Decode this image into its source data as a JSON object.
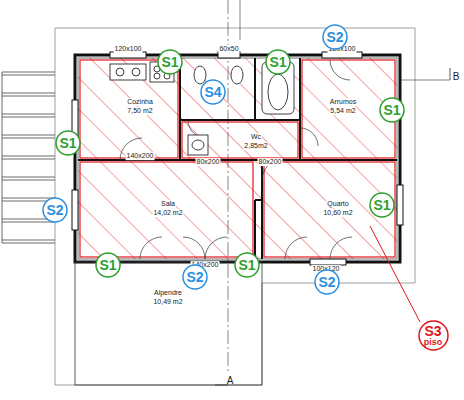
{
  "diagram": {
    "nodes": [
      {
        "text": [
          "S2"
        ]
      },
      {
        "text": [
          "S1"
        ]
      },
      {
        "text": [
          "S1"
        ]
      },
      {
        "text": [
          "S4"
        ]
      },
      {
        "text": [
          "S1"
        ]
      },
      {
        "text": [
          "S1"
        ]
      },
      {
        "text": [
          "S1"
        ]
      },
      {
        "text": [
          "S2"
        ]
      },
      {
        "text": [
          "S1"
        ]
      },
      {
        "text": [
          "S1"
        ]
      },
      {
        "text": [
          "S2"
        ]
      },
      {
        "text": [
          "S2"
        ]
      },
      {
        "text": [
          "S3",
          "piso"
        ]
      }
    ],
    "labels": [
      "A",
      "B",
      "120x100",
      "60x50",
      "120x100",
      "Cozinha",
      "7,50 m2",
      "Arrumos",
      "5,54 m2",
      "Wc",
      "2,85m2",
      "140x200",
      "80x200",
      "80x200",
      "Sala",
      "14,02 m2",
      "Quarto",
      "10,60 m2",
      "140x200",
      "100x120",
      "Alpendre",
      "10,49 m2"
    ]
  }
}
